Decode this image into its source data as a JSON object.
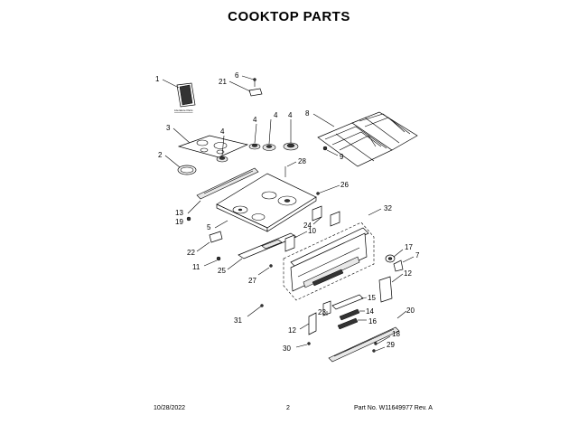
{
  "title": "COOKTOP PARTS",
  "literature_label": "Literature Parts",
  "callouts": {
    "c1": "1",
    "c2": "2",
    "c3": "3",
    "c4a": "4",
    "c4b": "4",
    "c4c": "4",
    "c4d": "4",
    "c5": "5",
    "c6": "6",
    "c7": "7",
    "c8": "8",
    "c9": "9",
    "c10": "10",
    "c11": "11",
    "c12a": "12",
    "c12b": "12",
    "c13": "13",
    "c14": "14",
    "c15": "15",
    "c16": "16",
    "c17": "17",
    "c18": "18",
    "c19": "19",
    "c20": "20",
    "c21": "21",
    "c22": "22",
    "c23": "23",
    "c24": "24",
    "c25": "25",
    "c26": "26",
    "c27": "27",
    "c28": "28",
    "c29": "29",
    "c30": "30",
    "c31": "31",
    "c32": "32"
  },
  "footer": {
    "date": "10/28/2022",
    "page": "2",
    "part_no": "Part No.  W11649977   Rev.  A"
  }
}
